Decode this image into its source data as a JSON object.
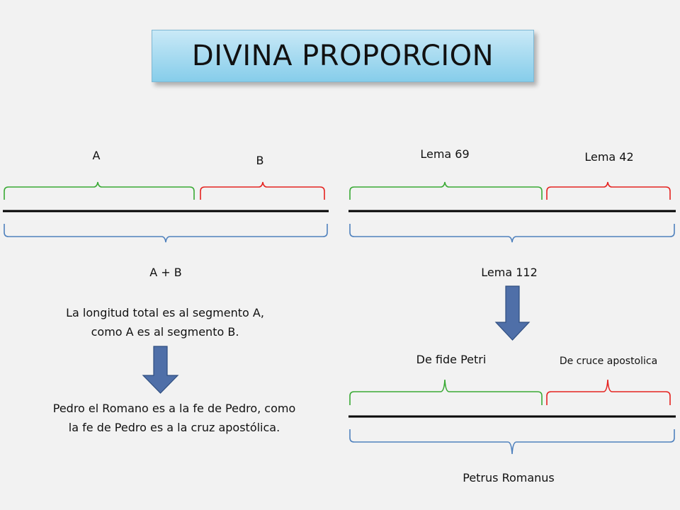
{
  "title": "DIVINA PROPORCION",
  "left": {
    "label_a": "A",
    "label_b": "B",
    "label_total": "A + B",
    "statement_line1": "La longitud total es al segmento A,",
    "statement_line2": "como A es al segmento B.",
    "conclusion_line1": "Pedro el Romano es a la fe de Pedro, como",
    "conclusion_line2": "la fe de Pedro es a la cruz apostólica."
  },
  "right_top": {
    "label_a": "Lema 69",
    "label_b": "Lema 42",
    "label_total": "Lema 112"
  },
  "right_bottom": {
    "label_a": "De fide Petri",
    "label_b": "De cruce apostolica",
    "label_total": "Petrus Romanus"
  },
  "colors": {
    "segment_a": "#3aaa35",
    "segment_b": "#e52421",
    "total": "#4f81bd",
    "arrow_fill": "#4f6fa8",
    "arrow_stroke": "#2f4e80",
    "title_box": "#9fd8ef"
  }
}
